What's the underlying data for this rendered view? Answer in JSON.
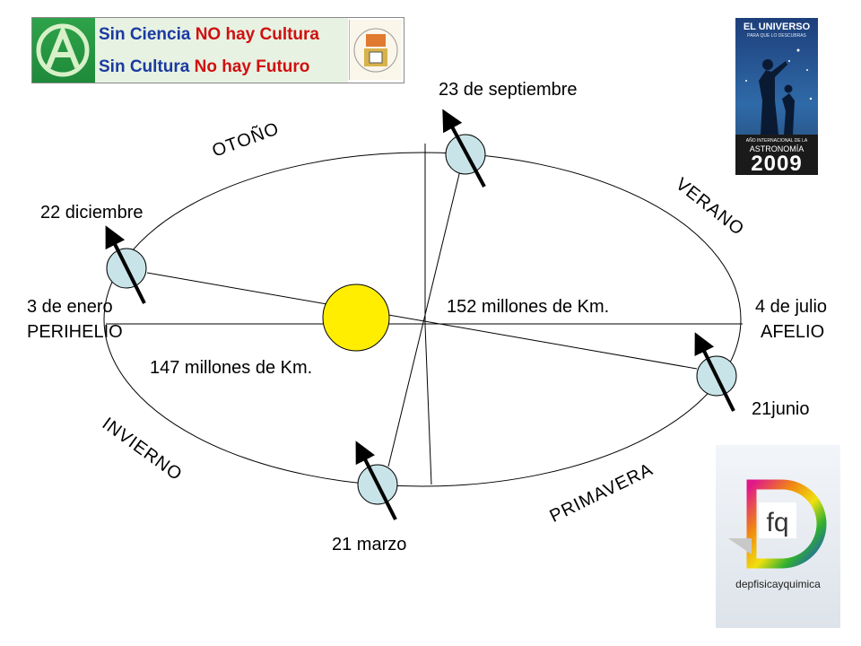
{
  "banner": {
    "line1_a": "Sin Ciencia ",
    "line1_b": "NO hay Cultura",
    "line2_a": "Sin Cultura ",
    "line2_b": "No hay Futuro"
  },
  "poster": {
    "title": "EL UNIVERSO",
    "subtitle": "PARA QUE LO DESCUBRAS",
    "small": "AÑO INTERNACIONAL DE LA",
    "astronomy": "ASTRONOMÍA",
    "year": "2009"
  },
  "fq_logo": {
    "letters": "fq",
    "caption": "depfisicayquimica"
  },
  "dates": {
    "sep": "23 de septiembre",
    "dec": "22 diciembre",
    "jan": "3 de enero",
    "perihelio": "PERIHELIO",
    "jul": "4 de julio",
    "afelio": "AFELIO",
    "jun": "21junio",
    "mar": "21 marzo"
  },
  "distances": {
    "far": "152 millones de Km.",
    "near": "147 millones de Km."
  },
  "seasons": {
    "autumn": "OTOÑO",
    "summer": "VERANO",
    "winter": "INVIERNO",
    "spring": "PRIMAVERA"
  },
  "colors": {
    "sun": "#ffee00",
    "earth": "#c8e4e8",
    "banner_blue": "#1a3aa0",
    "banner_red": "#d01010"
  }
}
